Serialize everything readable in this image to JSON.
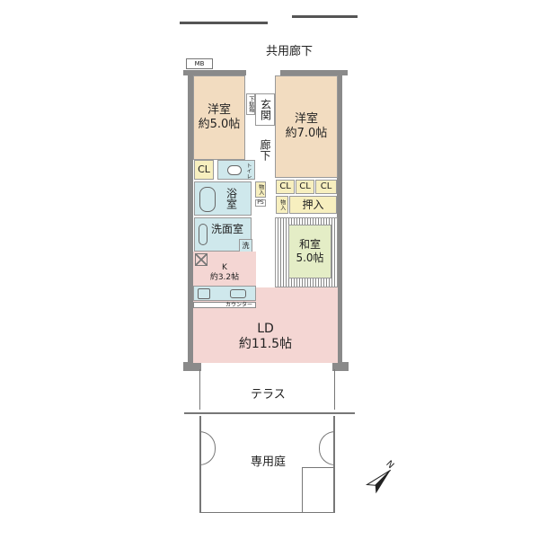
{
  "corridor_label": "共用廊下",
  "mb_label": "MB",
  "rooms": {
    "western_a": {
      "name": "洋室",
      "size": "約5.0帖"
    },
    "western_b": {
      "name": "洋室",
      "size": "約7.0帖"
    },
    "entrance": "玄関",
    "shoe_box": "下駄箱",
    "hallway": "廊下",
    "toilet": "トイレ",
    "bath": "浴室",
    "washroom": "洗面室",
    "washer": "洗",
    "japanese": {
      "name": "和室",
      "size": "5.0帖"
    },
    "kitchen": {
      "name": "K",
      "size": "約3.2帖"
    },
    "counter": "カウンター",
    "ld": {
      "name": "LD",
      "size": "約11.5帖"
    },
    "terrace": "テラス",
    "garden": "専用庭"
  },
  "storage": {
    "cl": "CL",
    "monoire": "物入",
    "oshiire": "押入",
    "ps": "PS"
  },
  "compass": "N",
  "colors": {
    "bedroom": "#f2dcc0",
    "closet": "#f7efbf",
    "wet": "#cfe8ec",
    "living": "#f4d6d3",
    "tatami": "#e4edc6",
    "wall": "#8a8a8a"
  }
}
